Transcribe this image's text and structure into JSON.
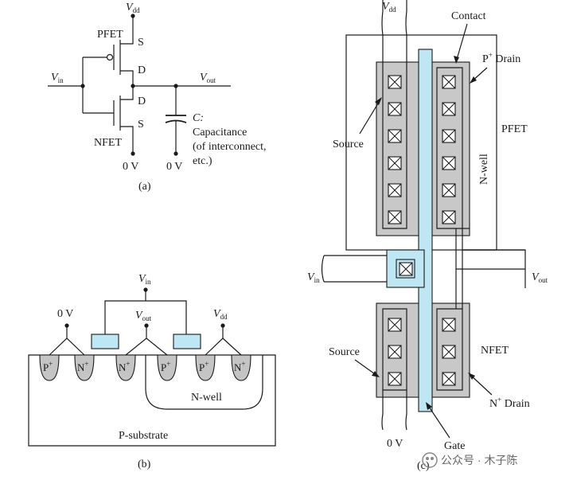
{
  "panel_a": {
    "caption": "(a)",
    "vdd": "V",
    "vdd_sub": "dd",
    "pfet": "PFET",
    "nfet": "NFET",
    "s_top": "S",
    "d_top": "D",
    "d_bot": "D",
    "s_bot": "S",
    "vin": "V",
    "vin_sub": "in",
    "vout": "V",
    "vout_sub": "out",
    "gnd_left": "0 V",
    "gnd_cap": "0 V",
    "cap_c": "C:",
    "cap_line1": "Capacitance",
    "cap_line2": "(of interconnect,",
    "cap_line3": "etc.)"
  },
  "panel_b": {
    "caption": "(b)",
    "vin": "V",
    "vin_sub": "in",
    "vout": "V",
    "vout_sub": "out",
    "gnd": "0 V",
    "vdd": "V",
    "vdd_sub": "dd",
    "p1": "P",
    "n1": "N",
    "n2": "N",
    "p2": "P",
    "p3": "P",
    "n3": "N",
    "plus": "+",
    "nwell": "N-well",
    "substrate": "P-substrate"
  },
  "panel_c": {
    "caption": "(c)",
    "vdd": "V",
    "vdd_sub": "dd",
    "contact": "Contact",
    "pdrain_p": "P",
    "pdrain_rest": " Drain",
    "source_top": "Source",
    "pfet": "PFET",
    "nwell": "N-well",
    "vin": "V",
    "vin_sub": "in",
    "vout": "V",
    "vout_sub": "out",
    "source_bot": "Source",
    "nfet": "NFET",
    "ndrain_n": "N",
    "ndrain_rest": " Drain",
    "plus": "+",
    "gnd": "0 V",
    "gate": "Gate"
  },
  "watermark": "公众号 · 木子陈",
  "colors": {
    "gate_blue": "#bfe6f3",
    "active_gray": "#c8c8c8",
    "diffusion_gray": "#c4c4c4",
    "line": "#1a1a1a"
  }
}
